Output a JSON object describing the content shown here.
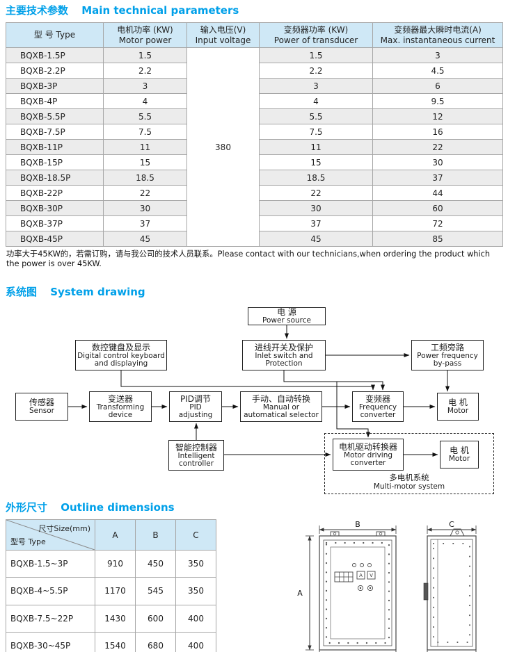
{
  "sections": {
    "params": {
      "zh": "主要技术参数",
      "en": "Main technical parameters"
    },
    "system": {
      "zh": "系统图",
      "en": "System drawing"
    },
    "outline": {
      "zh": "外形尺寸",
      "en": "Outline dimensions"
    }
  },
  "main_table": {
    "headers": {
      "type": "型 号 Type",
      "motor_zh": "电机功率 (KW)",
      "motor_en": "Motor power",
      "voltage_zh": "输入电压(V)",
      "voltage_en": "Input voltage",
      "transducer_zh": "变频器功率 (KW)",
      "transducer_en": "Power of transducer",
      "current_zh": "变频器最大瞬时电流(A)",
      "current_en": "Max. instantaneous current"
    },
    "input_voltage": "380",
    "rows": [
      {
        "type": "BQXB-1.5P",
        "motor": "1.5",
        "transducer": "1.5",
        "current": "3"
      },
      {
        "type": "BQXB-2.2P",
        "motor": "2.2",
        "transducer": "2.2",
        "current": "4.5"
      },
      {
        "type": "BQXB-3P",
        "motor": "3",
        "transducer": "3",
        "current": "6"
      },
      {
        "type": "BQXB-4P",
        "motor": "4",
        "transducer": "4",
        "current": "9.5"
      },
      {
        "type": "BQXB-5.5P",
        "motor": "5.5",
        "transducer": "5.5",
        "current": "12"
      },
      {
        "type": "BQXB-7.5P",
        "motor": "7.5",
        "transducer": "7.5",
        "current": "16"
      },
      {
        "type": "BQXB-11P",
        "motor": "11",
        "transducer": "11",
        "current": "22"
      },
      {
        "type": "BQXB-15P",
        "motor": "15",
        "transducer": "15",
        "current": "30"
      },
      {
        "type": "BQXB-18.5P",
        "motor": "18.5",
        "transducer": "18.5",
        "current": "37"
      },
      {
        "type": "BQXB-22P",
        "motor": "22",
        "transducer": "22",
        "current": "44"
      },
      {
        "type": "BQXB-30P",
        "motor": "30",
        "transducer": "30",
        "current": "60"
      },
      {
        "type": "BQXB-37P",
        "motor": "37",
        "transducer": "37",
        "current": "72"
      },
      {
        "type": "BQXB-45P",
        "motor": "45",
        "transducer": "45",
        "current": "85"
      }
    ],
    "note": "功率大于45KW的，若需订购，请与我公司的技术人员联系。Please contact with our technicians,when ordering the product which the power is over 45KW."
  },
  "diagram": {
    "power_source": {
      "zh": "电 源",
      "en1": "Power source"
    },
    "keyboard": {
      "zh": "数控键盘及显示",
      "en1": "Digital control keyboard",
      "en2": "and displaying"
    },
    "inlet": {
      "zh": "进线开关及保护",
      "en1": "Inlet switch and",
      "en2": "Protection"
    },
    "bypass": {
      "zh": "工频旁路",
      "en1": "Power frequency",
      "en2": "by-pass"
    },
    "sensor": {
      "zh": "传感器",
      "en1": "Sensor"
    },
    "transformer": {
      "zh": "变送器",
      "en1": "Transforming",
      "en2": "device"
    },
    "pid": {
      "zh": "PID调节",
      "en1": "PID",
      "en2": "adjusting"
    },
    "selector": {
      "zh": "手动、自动转换",
      "en1": "Manual or",
      "en2": "automatical selector"
    },
    "converter": {
      "zh": "变频器",
      "en1": "Frequency",
      "en2": "converter"
    },
    "motor1": {
      "zh": "电 机",
      "en1": "Motor"
    },
    "intelligent": {
      "zh": "智能控制器",
      "en1": "Intelligent",
      "en2": "controller"
    },
    "motor_driver": {
      "zh": "电机驱动转换器",
      "en1": "Motor driving",
      "en2": "converter"
    },
    "motor2": {
      "zh": "电 机",
      "en1": "Motor"
    },
    "multi_motor": {
      "zh": "多电机系统",
      "en1": "Multi-motor system"
    }
  },
  "dim_table": {
    "header": {
      "size": "尺寸Size(mm)",
      "type": "型号 Type",
      "cols": [
        "A",
        "B",
        "C"
      ]
    },
    "rows": [
      {
        "type": "BQXB-1.5~3P",
        "a": "910",
        "b": "450",
        "c": "350"
      },
      {
        "type": "BQXB-4~5.5P",
        "a": "1170",
        "b": "545",
        "c": "350"
      },
      {
        "type": "BQXB-7.5~22P",
        "a": "1430",
        "b": "600",
        "c": "400"
      },
      {
        "type": "BQXB-30~45P",
        "a": "1540",
        "b": "680",
        "c": "400"
      }
    ]
  },
  "drawing": {
    "dim_a": "A",
    "dim_b": "B",
    "dim_c": "C",
    "meter_a": "A",
    "meter_v": "V"
  },
  "colors": {
    "accent": "#00a0e9",
    "table_header_bg": "#cfe8f6",
    "row_alt_bg": "#ececec",
    "border": "#a6a6a6"
  }
}
